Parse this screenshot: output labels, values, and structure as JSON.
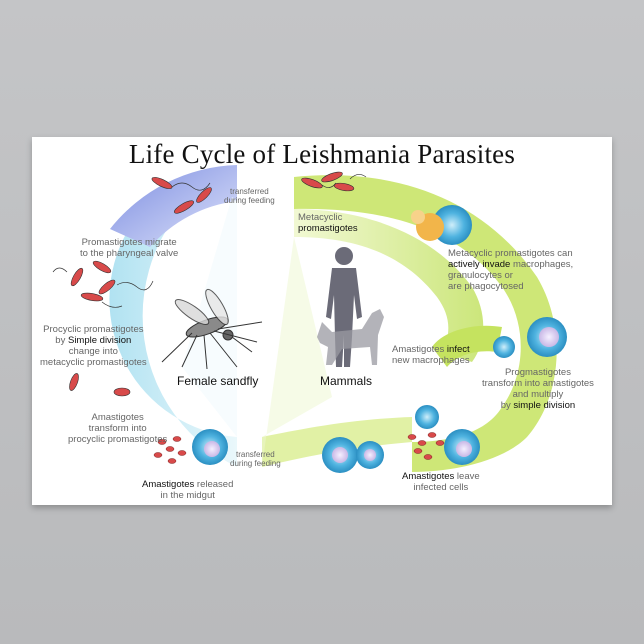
{
  "title": "Life Cycle of Leishmania Parasites",
  "labels": {
    "transferred_top_1": "transferred",
    "transferred_top_2": "during feeding",
    "transferred_bottom_1": "transferred",
    "transferred_bottom_2": "during feeding",
    "metacyclic_1": "Metacyclic",
    "metacyclic_2": "promastigotes",
    "promastigotes_migrate_1": "Promastigotes migrate",
    "promastigotes_migrate_2": "to the pharyngeal valve",
    "procyclic_1": "Procyclic promastigotes",
    "procyclic_2a": "by ",
    "procyclic_2b": "Simple division",
    "procyclic_3": "change into",
    "procyclic_4": "metacyclic promastigotes",
    "amastigotes_transform_1": "Amastigotes",
    "amastigotes_transform_2": "transform into",
    "amastigotes_transform_3": "procyclic promastigotes",
    "released_1a": "Amastigotes",
    "released_1b": " released",
    "released_2": "in the midgut",
    "female_sandfly": "Female sandfly",
    "mammals": "Mammals",
    "invade_1": "Metacyclic promastigotes can",
    "invade_2a": "actively invade",
    "invade_2b": " macrophages,",
    "invade_3": "granulocytes or",
    "invade_4": "are phagocytosed",
    "infect_1a": "Amastigotes ",
    "infect_1b": "infect",
    "infect_2": "new macrophages",
    "progm_1": "Progmastigotes",
    "progm_2": "transform into amastigotes",
    "progm_3": "and multiply",
    "progm_4a": "by ",
    "progm_4b": "simple division",
    "leave_1a": "Amastigotes",
    "leave_1b": " leave",
    "leave_2": "infected cells"
  },
  "colors": {
    "wall": "#bfc0c2",
    "poster": "#ffffff",
    "vector_band": "#b6e3ee",
    "vector_band_top": "#7f8fe0",
    "host_ring": "#c7e463",
    "parasite": "#d84a4a",
    "macrophage": "#3ea5d6",
    "silhouette": "#6b6b78"
  },
  "icons": [
    "mosquito-icon",
    "human-silhouette-icon",
    "dog-silhouette-icon",
    "macrophage-icon",
    "promastigote-icon",
    "amastigote-icon"
  ]
}
